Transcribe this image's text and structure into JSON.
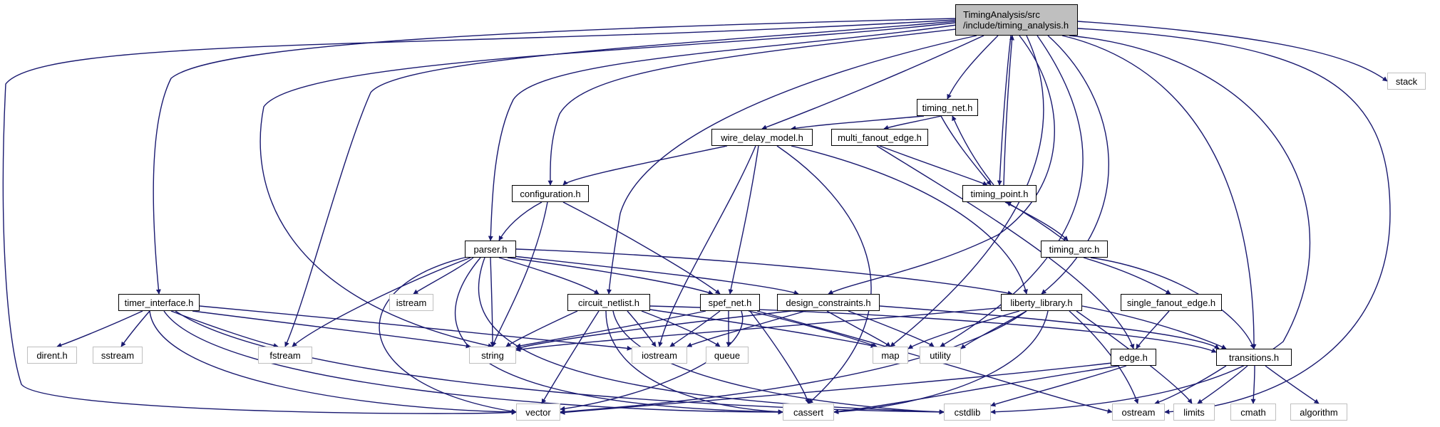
{
  "diagram": {
    "root": "TimingAnalysis/src\n/include/timing_analysis.h",
    "colors": {
      "edge": "#191970",
      "project_border": "#000000",
      "external_border": "#bfbfbf",
      "root_fill": "#bfbfbf"
    },
    "nodes": {
      "root": "TimingAnalysis/src\n/include/timing_analysis.h",
      "timing_net": "timing_net.h",
      "wire_delay_model": "wire_delay_model.h",
      "multi_fanout_edge": "multi_fanout_edge.h",
      "configuration": "configuration.h",
      "timing_point": "timing_point.h",
      "parser": "parser.h",
      "timing_arc": "timing_arc.h",
      "timer_interface": "timer_interface.h",
      "circuit_netlist": "circuit_netlist.h",
      "spef_net": "spef_net.h",
      "design_constraints": "design_constraints.h",
      "liberty_library": "liberty_library.h",
      "single_fanout_edge": "single_fanout_edge.h",
      "edge": "edge.h",
      "transitions": "transitions.h",
      "stack": "stack",
      "istream": "istream",
      "dirent": "dirent.h",
      "sstream": "sstream",
      "fstream": "fstream",
      "string": "string",
      "iostream": "iostream",
      "queue": "queue",
      "map": "map",
      "utility": "utility",
      "vector": "vector",
      "cassert": "cassert",
      "cstdlib": "cstdlib",
      "ostream": "ostream",
      "limits": "limits",
      "cmath": "cmath",
      "algorithm": "algorithm"
    }
  }
}
